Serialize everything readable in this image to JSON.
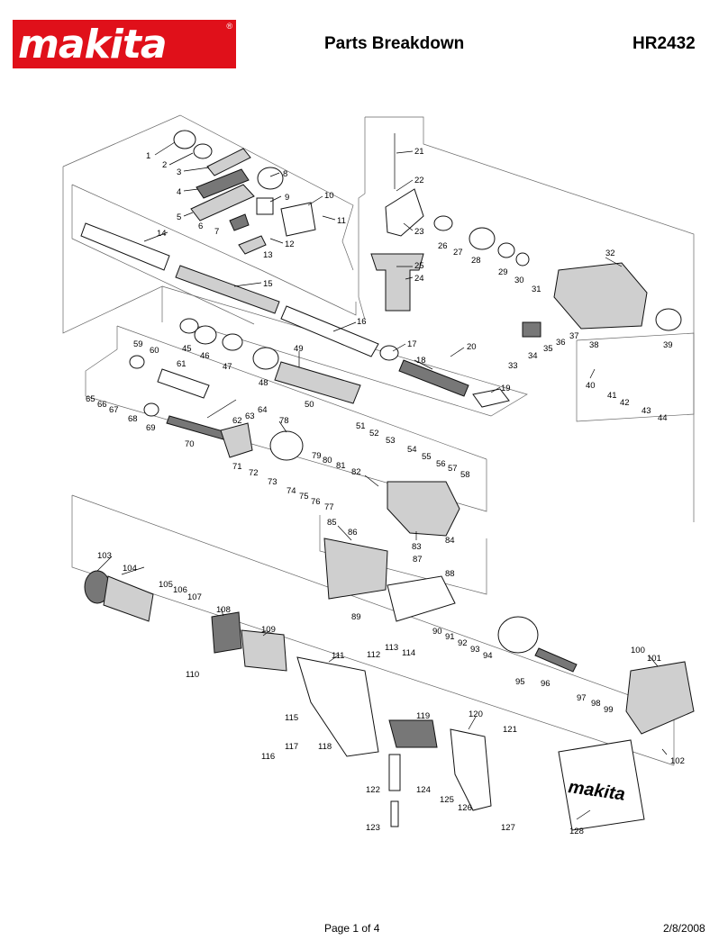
{
  "header": {
    "logo_text": "makita",
    "logo_mark": "®",
    "title": "Parts Breakdown",
    "model": "HR2432"
  },
  "footer": {
    "page": "Page 1 of 4",
    "date": "2/8/2008"
  },
  "callouts": [
    {
      "id": "1",
      "label": "1"
    },
    {
      "id": "2",
      "label": "2"
    },
    {
      "id": "3",
      "label": "3"
    },
    {
      "id": "4",
      "label": "4"
    },
    {
      "id": "5",
      "label": "5"
    },
    {
      "id": "6",
      "label": "6"
    },
    {
      "id": "7",
      "label": "7"
    },
    {
      "id": "8",
      "label": "8"
    },
    {
      "id": "9",
      "label": "9"
    },
    {
      "id": "10",
      "label": "10"
    },
    {
      "id": "11",
      "label": "11"
    },
    {
      "id": "12",
      "label": "12"
    },
    {
      "id": "13",
      "label": "13"
    },
    {
      "id": "14",
      "label": "14"
    },
    {
      "id": "15",
      "label": "15"
    },
    {
      "id": "16",
      "label": "16"
    },
    {
      "id": "17",
      "label": "17"
    },
    {
      "id": "18",
      "label": "18"
    },
    {
      "id": "19",
      "label": "19"
    },
    {
      "id": "20",
      "label": "20"
    },
    {
      "id": "21",
      "label": "21"
    },
    {
      "id": "22",
      "label": "22"
    },
    {
      "id": "23",
      "label": "23"
    },
    {
      "id": "24",
      "label": "24"
    },
    {
      "id": "25",
      "label": "25"
    },
    {
      "id": "26",
      "label": "26"
    },
    {
      "id": "27",
      "label": "27"
    },
    {
      "id": "28",
      "label": "28"
    },
    {
      "id": "29",
      "label": "29"
    },
    {
      "id": "30",
      "label": "30"
    },
    {
      "id": "31",
      "label": "31"
    },
    {
      "id": "32",
      "label": "32"
    },
    {
      "id": "33",
      "label": "33"
    },
    {
      "id": "34",
      "label": "34"
    },
    {
      "id": "35",
      "label": "35"
    },
    {
      "id": "36",
      "label": "36"
    },
    {
      "id": "37",
      "label": "37"
    },
    {
      "id": "38",
      "label": "38"
    },
    {
      "id": "39",
      "label": "39"
    },
    {
      "id": "40",
      "label": "40"
    },
    {
      "id": "41",
      "label": "41"
    },
    {
      "id": "42",
      "label": "42"
    },
    {
      "id": "43",
      "label": "43"
    },
    {
      "id": "44",
      "label": "44"
    },
    {
      "id": "45",
      "label": "45"
    },
    {
      "id": "46",
      "label": "46"
    },
    {
      "id": "47",
      "label": "47"
    },
    {
      "id": "48",
      "label": "48"
    },
    {
      "id": "49",
      "label": "49"
    },
    {
      "id": "50",
      "label": "50"
    },
    {
      "id": "51",
      "label": "51"
    },
    {
      "id": "52",
      "label": "52"
    },
    {
      "id": "53",
      "label": "53"
    },
    {
      "id": "54",
      "label": "54"
    },
    {
      "id": "55",
      "label": "55"
    },
    {
      "id": "56",
      "label": "56"
    },
    {
      "id": "57",
      "label": "57"
    },
    {
      "id": "58",
      "label": "58"
    },
    {
      "id": "59",
      "label": "59"
    },
    {
      "id": "60",
      "label": "60"
    },
    {
      "id": "61",
      "label": "61"
    },
    {
      "id": "62",
      "label": "62"
    },
    {
      "id": "63",
      "label": "63"
    },
    {
      "id": "64",
      "label": "64"
    },
    {
      "id": "65",
      "label": "65"
    },
    {
      "id": "66",
      "label": "66"
    },
    {
      "id": "67",
      "label": "67"
    },
    {
      "id": "68",
      "label": "68"
    },
    {
      "id": "69",
      "label": "69"
    },
    {
      "id": "70",
      "label": "70"
    },
    {
      "id": "71",
      "label": "71"
    },
    {
      "id": "72",
      "label": "72"
    },
    {
      "id": "73",
      "label": "73"
    },
    {
      "id": "74",
      "label": "74"
    },
    {
      "id": "75",
      "label": "75"
    },
    {
      "id": "76",
      "label": "76"
    },
    {
      "id": "77",
      "label": "77"
    },
    {
      "id": "78",
      "label": "78"
    },
    {
      "id": "79",
      "label": "79"
    },
    {
      "id": "80",
      "label": "80"
    },
    {
      "id": "81",
      "label": "81"
    },
    {
      "id": "82",
      "label": "82"
    },
    {
      "id": "83",
      "label": "83"
    },
    {
      "id": "84",
      "label": "84"
    },
    {
      "id": "85",
      "label": "85"
    },
    {
      "id": "86",
      "label": "86"
    },
    {
      "id": "87",
      "label": "87"
    },
    {
      "id": "88",
      "label": "88"
    },
    {
      "id": "89",
      "label": "89"
    },
    {
      "id": "90",
      "label": "90"
    },
    {
      "id": "91",
      "label": "91"
    },
    {
      "id": "92",
      "label": "92"
    },
    {
      "id": "93",
      "label": "93"
    },
    {
      "id": "94",
      "label": "94"
    },
    {
      "id": "95",
      "label": "95"
    },
    {
      "id": "96",
      "label": "96"
    },
    {
      "id": "97",
      "label": "97"
    },
    {
      "id": "98",
      "label": "98"
    },
    {
      "id": "99",
      "label": "99"
    },
    {
      "id": "100",
      "label": "100"
    },
    {
      "id": "101",
      "label": "101"
    },
    {
      "id": "102",
      "label": "102"
    },
    {
      "id": "103",
      "label": "103"
    },
    {
      "id": "104",
      "label": "104"
    },
    {
      "id": "105",
      "label": "105"
    },
    {
      "id": "106",
      "label": "106"
    },
    {
      "id": "107",
      "label": "107"
    },
    {
      "id": "108",
      "label": "108"
    },
    {
      "id": "109",
      "label": "109"
    },
    {
      "id": "110",
      "label": "110"
    },
    {
      "id": "111",
      "label": "111"
    },
    {
      "id": "112",
      "label": "112"
    },
    {
      "id": "113",
      "label": "113"
    },
    {
      "id": "114",
      "label": "114"
    },
    {
      "id": "115",
      "label": "115"
    },
    {
      "id": "116",
      "label": "116"
    },
    {
      "id": "117",
      "label": "117"
    },
    {
      "id": "118",
      "label": "118"
    },
    {
      "id": "119",
      "label": "119"
    },
    {
      "id": "120",
      "label": "120"
    },
    {
      "id": "121",
      "label": "121"
    },
    {
      "id": "122",
      "label": "122"
    },
    {
      "id": "123",
      "label": "123"
    },
    {
      "id": "124",
      "label": "124"
    },
    {
      "id": "125",
      "label": "125"
    },
    {
      "id": "126",
      "label": "126"
    },
    {
      "id": "127",
      "label": "127"
    },
    {
      "id": "128",
      "label": "128"
    }
  ],
  "case_logo": "makita",
  "colors": {
    "brand": "#e0101a",
    "ink": "#000000",
    "group_line": "#666666"
  }
}
